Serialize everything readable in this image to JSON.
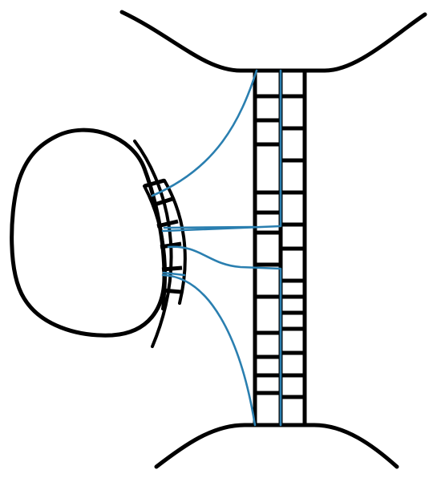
{
  "colors": {
    "background": "#ffffff",
    "outline": "#000000",
    "fiber": "#2a7fb0"
  },
  "diagram": {
    "depicted_parts": [
      "top-arch",
      "bottom-arch",
      "axon-tract",
      "cell-body-lobe",
      "side-segment-band",
      "fiber-bundle"
    ],
    "left_column_rungs": 12,
    "right_column_rungs": 15,
    "side_band_segments": 6,
    "fiber_count": 6
  }
}
